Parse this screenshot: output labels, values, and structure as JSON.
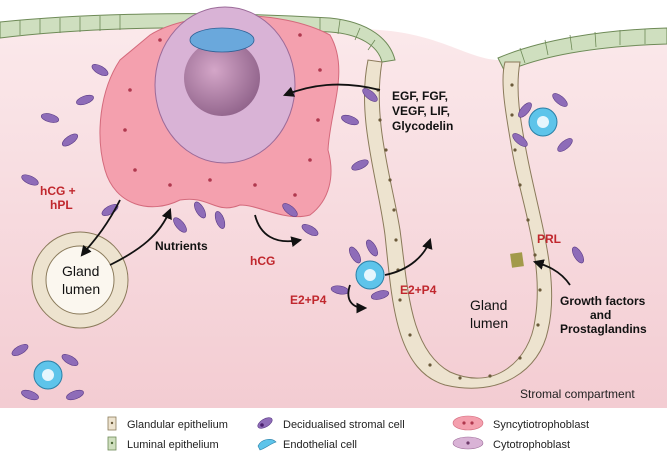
{
  "labels": {
    "hcg_hpl_line1": "hCG +",
    "hcg_hpl_line2": "hPL",
    "nutrients": "Nutrients",
    "hcg": "hCG",
    "growth_factors_line1": "EGF, FGF,",
    "growth_factors_line2": "VEGF, LIF,",
    "growth_factors_line3": "Glycodelin",
    "e2p4_left": "E2+P4",
    "e2p4_right": "E2+P4",
    "prl": "PRL",
    "gf_prost_line1": "Growth factors",
    "gf_prost_line2": "and",
    "gf_prost_line3": "Prostaglandins",
    "gland_lumen_left_line1": "Gland",
    "gland_lumen_left_line2": "lumen",
    "gland_lumen_right_line1": "Gland",
    "gland_lumen_right_line2": "lumen",
    "stromal_compartment": "Stromal compartment"
  },
  "legend": {
    "glandular_epithelium": "Glandular epithelium",
    "luminal_epithelium": "Luminal epithelium",
    "decidualised_stromal_cell": "Decidualised stromal cell",
    "endothelial_cell": "Endothelial cell",
    "syncytiotrophoblast": "Syncytiotrophoblast",
    "cytotrophoblast": "Cytotrophoblast"
  },
  "colors": {
    "stroma": "#f7dde0",
    "luminal_epithelium": "#cfdfbf",
    "glandular_epithelium": "#ede3cf",
    "decidual_cell": "#8e6cb8",
    "decidual_nucleus": "#4a1f6e",
    "syncytiotrophoblast": "#f4a0ae",
    "cytotrophoblast": "#d9b3d6",
    "endothelial": "#5ec4ea",
    "label_red": "#c0272d"
  }
}
